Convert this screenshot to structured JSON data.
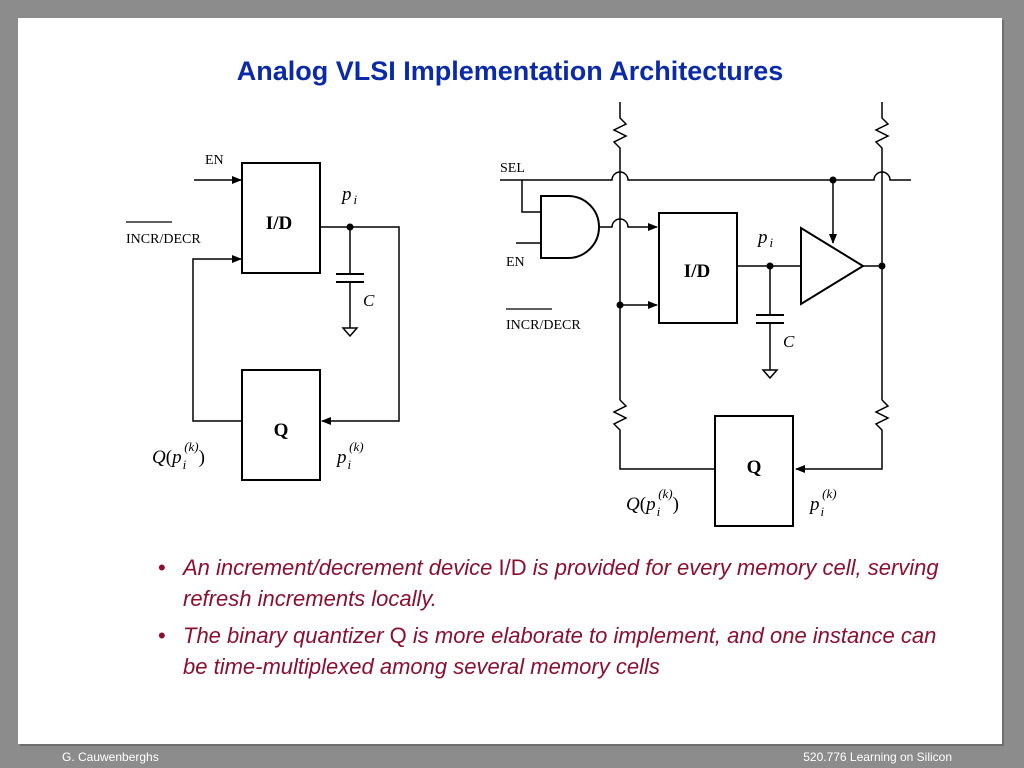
{
  "slide": {
    "title": "Analog VLSI Implementation Architectures"
  },
  "left_circuit": {
    "en_label": "EN",
    "incr_label": "INCR/DECR",
    "id_block": "I/D",
    "q_block": "Q",
    "p_label": "p",
    "p_sub": "i",
    "cap_label": "C",
    "q_out_pre": "Q",
    "q_out_p": "p",
    "q_out_sub": "i",
    "q_out_sup": "(k)",
    "pk_label": "p",
    "pk_sub": "i",
    "pk_sup": "(k)"
  },
  "right_circuit": {
    "sel_label": "SEL",
    "en_label": "EN",
    "incr_label": "INCR/DECR",
    "id_block": "I/D",
    "q_block": "Q",
    "p_label": "p",
    "p_sub": "i",
    "cap_label": "C",
    "q_out_pre": "Q",
    "q_out_p": "p",
    "q_out_sub": "i",
    "q_out_sup": "(k)",
    "pk_label": "p",
    "pk_sub": "i",
    "pk_sup": "(k)"
  },
  "bullets": [
    {
      "em1": "An increment/decrement device ",
      "plain": "I/D",
      "em2": " is provided for every memory cell, serving refresh increments locally."
    },
    {
      "em1": "The binary quantizer ",
      "plain": "Q",
      "em2": " is more elaborate to implement, and one instance can be time-multiplexed among several memory cells"
    }
  ],
  "footer": {
    "left": "G. Cauwenberghs",
    "right": "520.776 Learning on Silicon"
  },
  "colors": {
    "title": "#0b2aa8",
    "bullet_text": "#8a1030",
    "frame": "#8c8c8c"
  }
}
